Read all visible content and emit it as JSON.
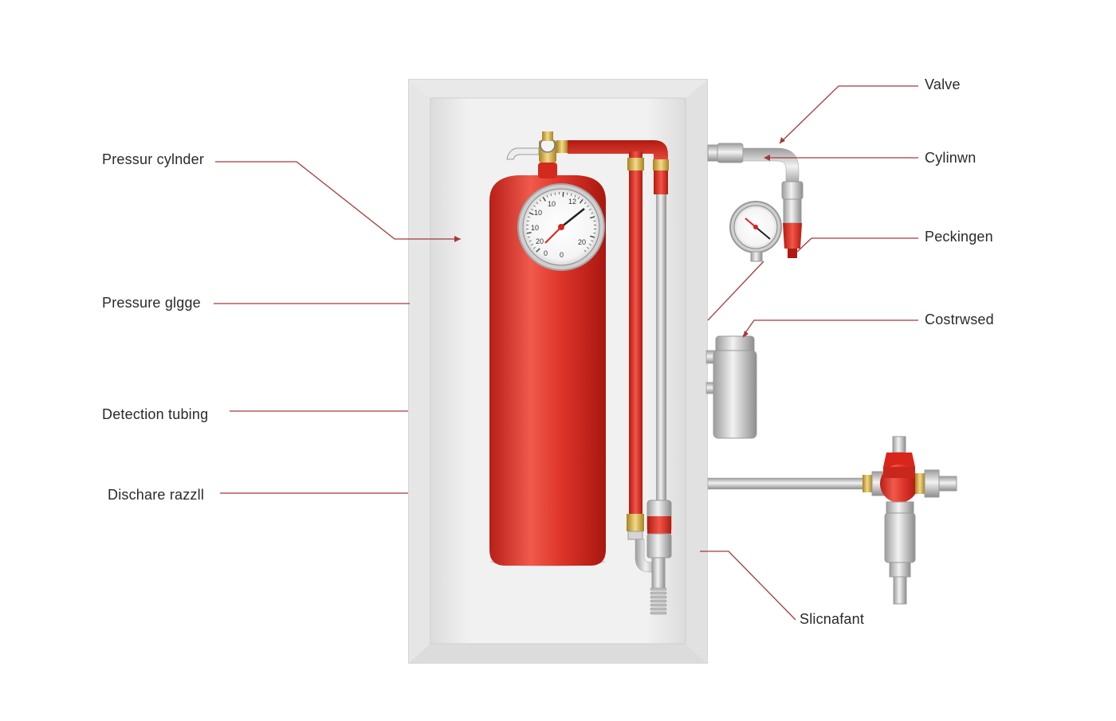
{
  "labels": {
    "left": [
      {
        "text": "Pressur cylnder"
      },
      {
        "text": "Pressure glgge"
      },
      {
        "text": "Detection tubing"
      },
      {
        "text": "Dischare razzll"
      }
    ],
    "right": [
      {
        "text": "Valve"
      },
      {
        "text": "Cylinwn"
      },
      {
        "text": "Peckingen"
      },
      {
        "text": "Costrwsed"
      },
      {
        "text": "Slicnafant"
      }
    ]
  },
  "gauge": {
    "ticks": [
      "10",
      "12",
      "10",
      "10",
      "20",
      "0",
      "0",
      "20"
    ]
  },
  "colors": {
    "leader": "#a33a3a",
    "cylinder": "#e23a2e",
    "cabinet_frame": "#e4e4e4",
    "cabinet_inner": "#efefef",
    "steel": "#c9c9c9",
    "brass": "#d8b24a"
  }
}
